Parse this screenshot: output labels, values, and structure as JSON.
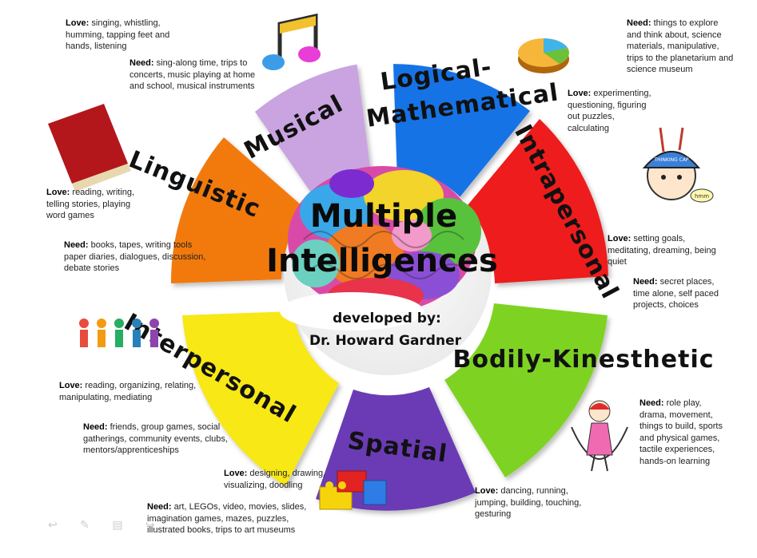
{
  "center": {
    "title_line1": "Multiple",
    "title_line2": "Intelligences",
    "developed_by": "developed by:",
    "author": "Dr. Howard Gardner"
  },
  "segments": {
    "musical": {
      "label": "Musical",
      "color": "#c9a4e0"
    },
    "logical": {
      "label_line1": "Logical-",
      "label_line2": "Mathematical",
      "color": "#1673e6"
    },
    "intrapersonal": {
      "label": "Intrapersonal",
      "color": "#ee1c1c"
    },
    "bodily": {
      "label": "Bodily-Kinesthetic",
      "color": "#7ed321"
    },
    "spatial": {
      "label": "Spatial",
      "color": "#6a3ab5"
    },
    "interpersonal": {
      "label": "Interpersonal",
      "color": "#f7e816"
    },
    "linguistic": {
      "label": "Linguistic",
      "color": "#f27a0f"
    }
  },
  "notes": {
    "musical_love_label": "Love:",
    "musical_love": "singing, whistling, humming, tapping feet and hands, listening",
    "musical_need_label": "Need:",
    "musical_need": "sing-along time, trips to concerts, music playing at home and school, musical instruments",
    "logical_need_label": "Need:",
    "logical_need": "things to explore and think about, science materials, manipulative, trips to the planetarium and science museum",
    "logical_love_label": "Love:",
    "logical_love": "experimenting, questioning, figuring out puzzles, calculating",
    "linguistic_love_label": "Love:",
    "linguistic_love": "reading, writing, telling stories, playing word games",
    "linguistic_need_label": "Need:",
    "linguistic_need": "books, tapes, writing tools paper diaries, dialogues, discussion, debate stories",
    "intra_love_label": "Love:",
    "intra_love": "setting goals, meditating, dreaming, being quiet",
    "intra_need_label": "Need:",
    "intra_need": "secret places, time alone, self paced projects, choices",
    "inter_love_label": "Love:",
    "inter_love": "reading, organizing, relating, manipulating, mediating",
    "inter_need_label": "Need:",
    "inter_need": "friends, group games, social gatherings, community events, clubs, mentors/apprenticeships",
    "bodily_need_label": "Need:",
    "bodily_need": "role play, drama, movement, things to build, sports and physical games, tactile experiences, hands-on learning",
    "bodily_love_label": "Love:",
    "bodily_love": "dancing, running, jumping, building, touching, gesturing",
    "spatial_love_label": "Love:",
    "spatial_love": "designing, drawing, visualizing, doodling",
    "spatial_need_label": "Need:",
    "spatial_need": "art, LEGOs, video, movies, slides, imagination games, mazes, puzzles, illustrated books, trips to art museums"
  },
  "thinking_cap": {
    "cap": "THINKING CAP",
    "bubble": "hmm"
  },
  "icons": {
    "music": "music-note-icon",
    "pie": "pie-chart-icon",
    "book": "book-icon",
    "people": "people-chain-icon",
    "thinker": "thinking-cap-kid-icon",
    "jumper": "jump-rope-girl-icon",
    "lego": "lego-blocks-icon",
    "brain": "brain-icon"
  }
}
